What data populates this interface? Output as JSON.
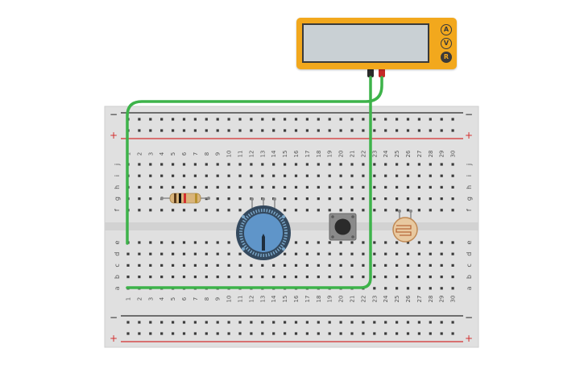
{
  "breadboard": {
    "columns": [
      "1",
      "2",
      "3",
      "4",
      "5",
      "6",
      "7",
      "8",
      "9",
      "10",
      "11",
      "12",
      "13",
      "14",
      "15",
      "16",
      "17",
      "18",
      "19",
      "20",
      "21",
      "22",
      "23",
      "24",
      "25",
      "26",
      "27",
      "28",
      "29",
      "30"
    ],
    "rows_top": [
      "j",
      "i",
      "h",
      "g",
      "f"
    ],
    "rows_bottom": [
      "e",
      "d",
      "c",
      "b",
      "a"
    ],
    "rail_minus": "−",
    "rail_plus": "+",
    "colors": {
      "board": "#e0e0e0",
      "hole": "#3b3b3b",
      "rail_red": "#d32f2f",
      "rail_black": "#2b2b2b",
      "label": "#555555"
    }
  },
  "multimeter": {
    "mode_buttons": [
      "A",
      "V",
      "R"
    ],
    "selected_mode": "R",
    "colors": {
      "body": "#f2a81d",
      "screen": "#c9d0d4"
    }
  },
  "components": [
    {
      "name": "resistor",
      "type": "resistor"
    },
    {
      "name": "potentiometer",
      "type": "potentiometer"
    },
    {
      "name": "pushbutton",
      "type": "pushbutton"
    },
    {
      "name": "photoresistor",
      "type": "photoresistor"
    }
  ],
  "wire_color": "#3db34a"
}
